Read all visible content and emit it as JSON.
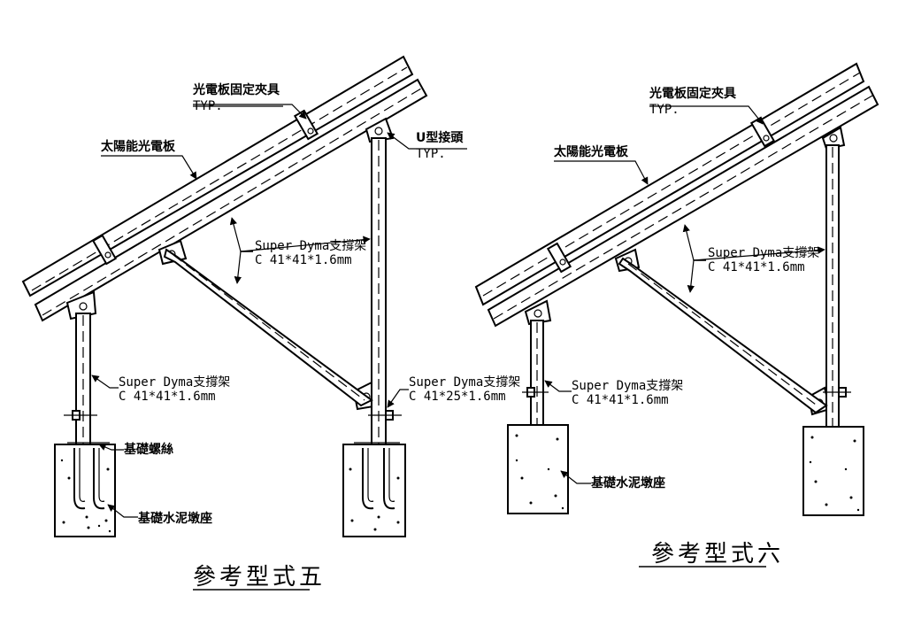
{
  "left": {
    "title": "參考型式五",
    "clamp_label": "光電板固定夾具",
    "clamp_typ": "TYP.",
    "panel_label": "太陽能光電板",
    "ujoint_label": "U型接頭",
    "ujoint_typ": "TYP.",
    "brace_label_1": "Super Dyma支撐架",
    "brace_spec_1": "C 41*41*1.6mm",
    "front_label_1": "Super Dyma支撐架",
    "front_spec_1": "C 41*41*1.6mm",
    "rear_label_1": "Super Dyma支撐架",
    "rear_spec_1": "C 41*25*1.6mm",
    "bolt_label": "基礎螺絲",
    "pier_label": "基礎水泥墩座"
  },
  "right": {
    "title": "參考型式六",
    "clamp_label": "光電板固定夾具",
    "clamp_typ": "TYP.",
    "panel_label": "太陽能光電板",
    "brace_label_1": "Super Dyma支撐架",
    "brace_spec_1": "C 41*41*1.6mm",
    "front_label_1": "Super Dyma支撐架",
    "front_spec_1": "C 41*41*1.6mm",
    "pier_label": "基礎水泥墩座"
  }
}
